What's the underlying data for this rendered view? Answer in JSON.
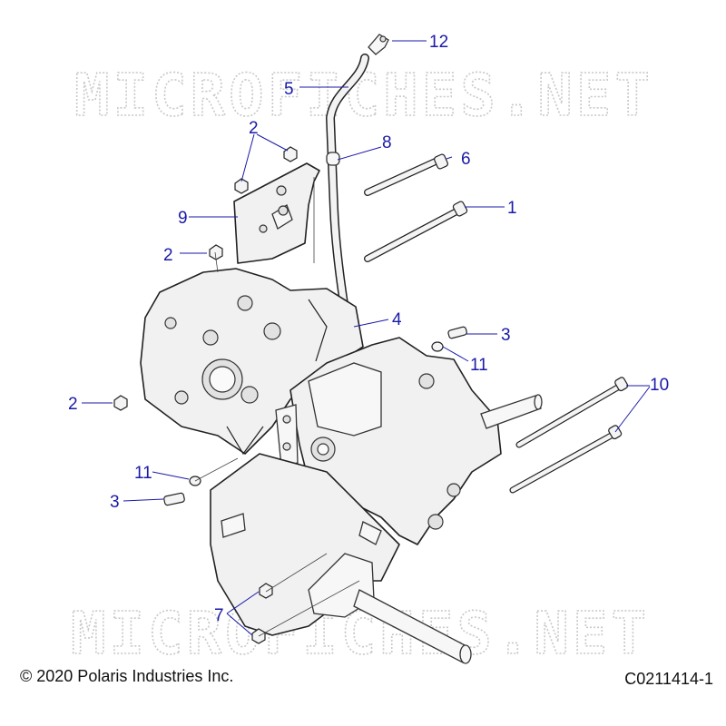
{
  "watermark": {
    "top_text": "MICROFICHES.NET",
    "bottom_text": "MICROFICHES.NET"
  },
  "callouts": [
    {
      "id": "c12",
      "label": "12"
    },
    {
      "id": "c5",
      "label": "5"
    },
    {
      "id": "c2a",
      "label": "2"
    },
    {
      "id": "c8",
      "label": "8"
    },
    {
      "id": "c6",
      "label": "6"
    },
    {
      "id": "c1",
      "label": "1"
    },
    {
      "id": "c9",
      "label": "9"
    },
    {
      "id": "c2b",
      "label": "2"
    },
    {
      "id": "c4",
      "label": "4"
    },
    {
      "id": "c3a",
      "label": "3"
    },
    {
      "id": "c11a",
      "label": "11"
    },
    {
      "id": "c10",
      "label": "10"
    },
    {
      "id": "c2c",
      "label": "2"
    },
    {
      "id": "c11b",
      "label": "11"
    },
    {
      "id": "c3b",
      "label": "3"
    },
    {
      "id": "c7",
      "label": "7"
    }
  ],
  "footer": {
    "copyright": "© 2020 Polaris Industries Inc.",
    "drawing_code": "C0211414-1"
  },
  "colors": {
    "callout": "#1a1aa8",
    "watermark": "#c9c9c9",
    "part_fill": "#f1f1f1",
    "outline": "#222222"
  }
}
